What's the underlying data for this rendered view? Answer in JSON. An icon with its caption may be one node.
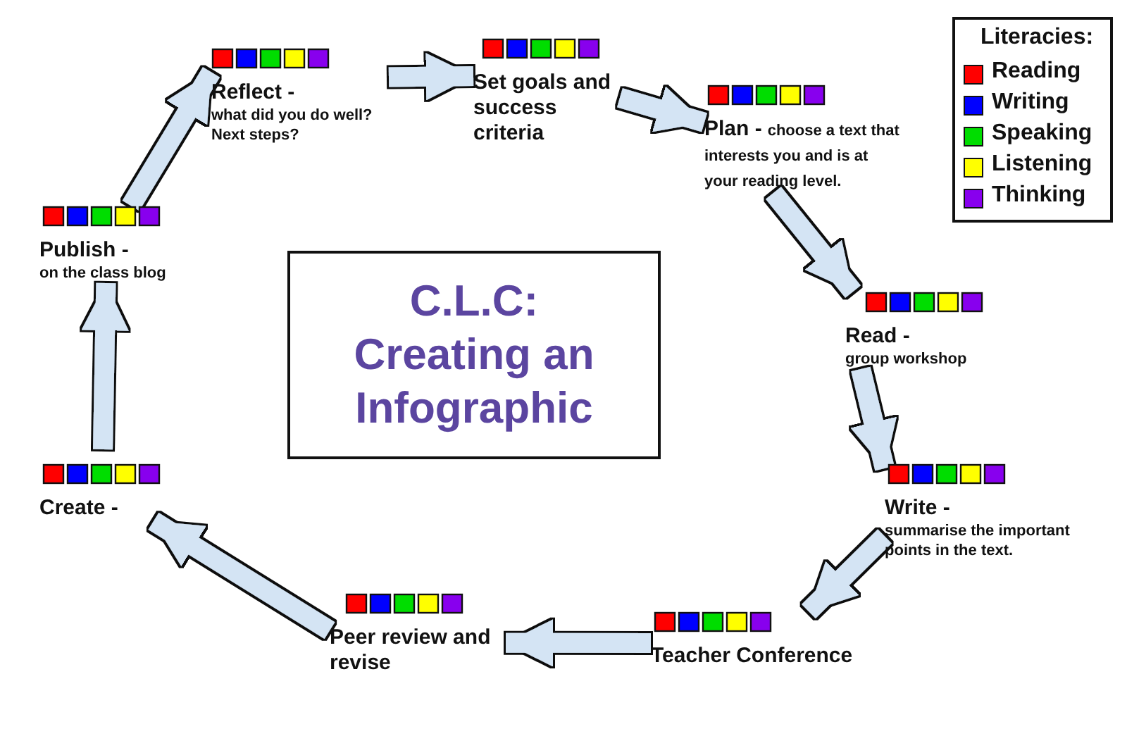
{
  "diagram": {
    "nodes": [
      {
        "text": [
          "Set goals and success criteria"
        ]
      },
      {
        "text": [
          "Plan -",
          "choose a text that interests you and is at your reading level."
        ]
      },
      {
        "text": [
          "Read -",
          "group workshop"
        ]
      },
      {
        "text": [
          "Write -",
          "summarise the important points in the text."
        ]
      },
      {
        "text": [
          "Teacher Conference"
        ]
      },
      {
        "text": [
          "Peer review and revise"
        ]
      },
      {
        "text": [
          "Create -"
        ]
      },
      {
        "text": [
          "Publish -",
          "on the class blog"
        ]
      },
      {
        "text": [
          "Reflect -",
          "what did you do well? Next steps?"
        ]
      },
      {
        "text": [
          "C.L.C: Creating an Infographic"
        ]
      }
    ],
    "edges": [
      {
        "from": 8,
        "to": 0,
        "arrow": "to"
      },
      {
        "from": 0,
        "to": 1,
        "arrow": "to"
      },
      {
        "from": 1,
        "to": 2,
        "arrow": "to"
      },
      {
        "from": 2,
        "to": 3,
        "arrow": "to"
      },
      {
        "from": 3,
        "to": 4,
        "arrow": "to"
      },
      {
        "from": 4,
        "to": 5,
        "arrow": "to"
      },
      {
        "from": 5,
        "to": 6,
        "arrow": "to"
      },
      {
        "from": 6,
        "to": 7,
        "arrow": "to"
      },
      {
        "from": 7,
        "to": 8,
        "arrow": "to"
      }
    ],
    "labels": [
      "Literacies:"
    ],
    "legend": [
      {
        "text": "Reading",
        "color": "#ff0000"
      },
      {
        "text": "Writing",
        "color": "#0000ff"
      },
      {
        "text": "Speaking",
        "color": "#00dd00"
      },
      {
        "text": "Listening",
        "color": "#ffff00"
      },
      {
        "text": "Thinking",
        "color": "#8800ee"
      }
    ]
  }
}
